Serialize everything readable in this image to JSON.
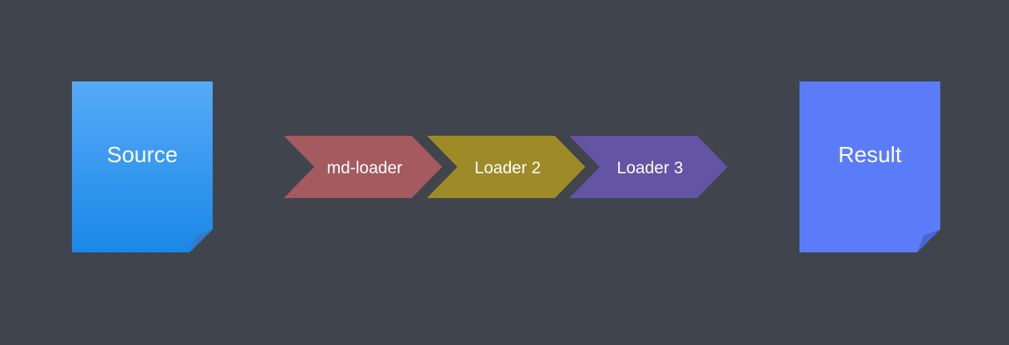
{
  "source": {
    "label": "Source",
    "color_top": "#56aaf7",
    "color_bottom": "#1a88e8",
    "fold_color": "#2f7cc9"
  },
  "loaders": [
    {
      "label": "md-loader",
      "color": "#a45a5e"
    },
    {
      "label": "Loader 2",
      "color": "#9d8b28"
    },
    {
      "label": "Loader 3",
      "color": "#6454a4"
    }
  ],
  "result": {
    "label": "Result",
    "color": "#5b7cf9",
    "fold_color": "#4766d6"
  },
  "background": "#40444d"
}
